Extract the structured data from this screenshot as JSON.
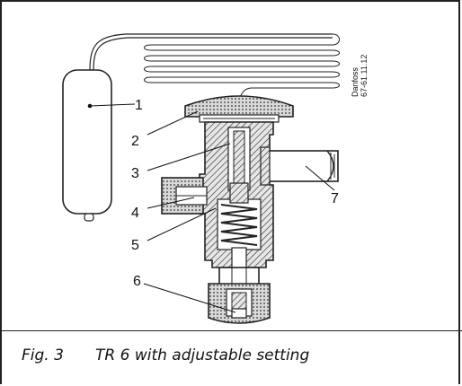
{
  "drawing_code": {
    "brand": "Danfoss",
    "number": "67-61.11.12"
  },
  "callouts": [
    "1",
    "2",
    "3",
    "4",
    "5",
    "6",
    "7"
  ],
  "caption": {
    "figure": "Fig. 3",
    "text": "TR 6 with adjustable setting"
  }
}
